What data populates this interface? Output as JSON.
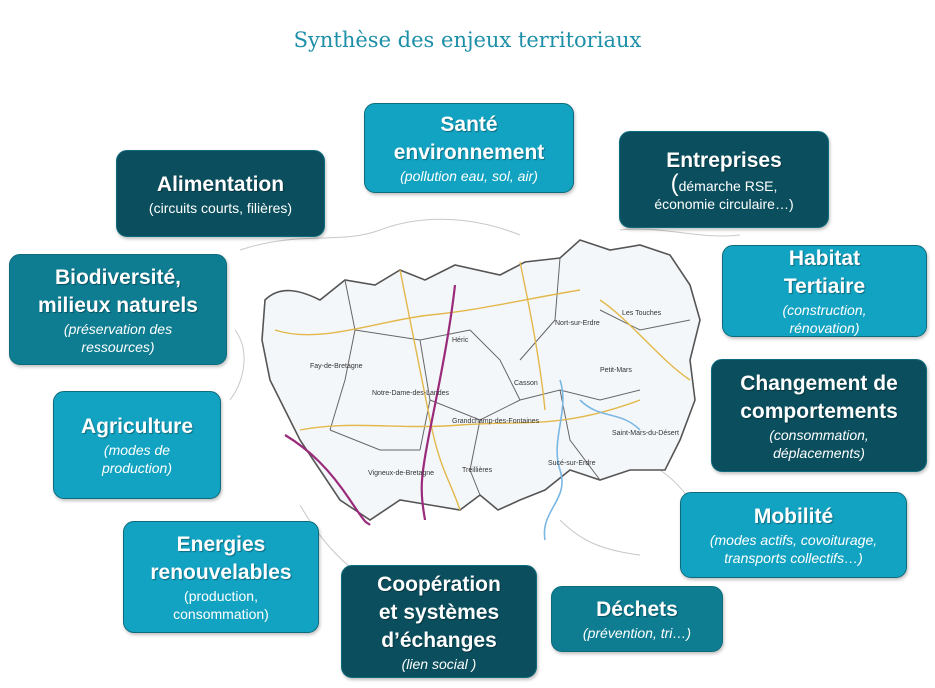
{
  "title": "Synthèse des enjeux territoriaux",
  "boxes": {
    "sante": {
      "title": "Santé environnement",
      "sub": "(pollution eau, sol, air)"
    },
    "entreprises": {
      "title": "Entreprises",
      "sub_open": "(",
      "sub_a": "démarche RSE,",
      "sub_b": "économie circulaire…)"
    },
    "alimentation": {
      "title": "Alimentation",
      "sub": "(circuits courts, filières)"
    },
    "biodiversite": {
      "title_1": "Biodiversité,",
      "title_2": "milieux naturels",
      "sub": "(préservation des ressources)"
    },
    "habitat": {
      "title_1": "Habitat",
      "title_2": "Tertiaire",
      "sub": "(construction, rénovation)"
    },
    "changement": {
      "title_1": "Changement de",
      "title_2": "comportements",
      "sub": "(consommation, déplacements)"
    },
    "agriculture": {
      "title": "Agriculture",
      "sub": "(modes de production)"
    },
    "mobilite": {
      "title": "Mobilité",
      "sub": "(modes actifs, covoiturage, transports collectifs…)"
    },
    "energies": {
      "title_1": "Energies",
      "title_2": "renouvelables",
      "sub": "(production, consommation)"
    },
    "cooperation": {
      "title_1": "Coopération",
      "title_2": "et systèmes",
      "title_3": "d’échanges",
      "sub": "(lien social )"
    },
    "dechets": {
      "title": "Déchets",
      "sub": "(prévention, tri…)"
    }
  },
  "map": {
    "labels": [
      "Héric",
      "Notre-Dame-des-Landes",
      "Fay-de-Bretagne",
      "Grandchamp-des-Fontaines",
      "Casson",
      "Sucé-sur-Erdre",
      "Treillières",
      "Vigneux-de-Bretagne",
      "Nort-sur-Erdre",
      "Les Touches",
      "Petit-Mars",
      "Saint-Mars-du-Désert"
    ]
  }
}
